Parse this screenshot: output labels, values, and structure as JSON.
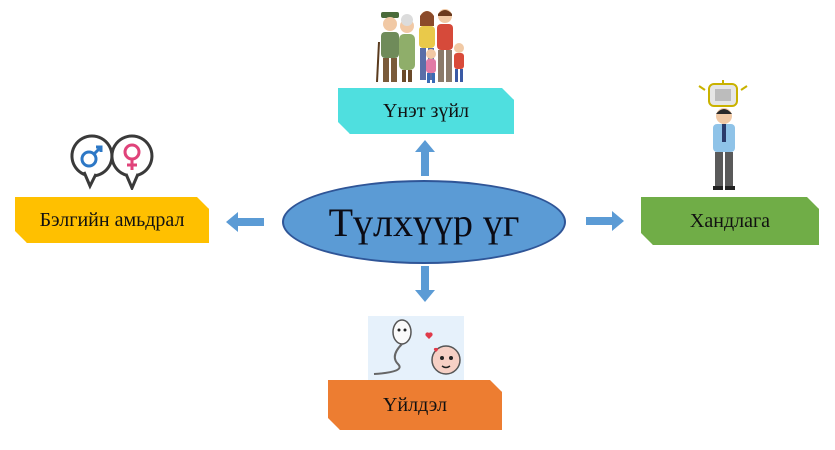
{
  "center": {
    "label": "Түлхүүр үг",
    "color": "#5b9bd5"
  },
  "nodes": {
    "top": {
      "label": "Үнэт зүйл",
      "color": "#4fdfdf"
    },
    "left": {
      "label": "Бэлгийн амьдрал",
      "color": "#ffc000"
    },
    "right": {
      "label": "Хандлага",
      "color": "#70ad47"
    },
    "bottom": {
      "label": "Үйлдэл",
      "color": "#ed7d31"
    }
  },
  "arrow_color": "#5b9bd5",
  "icons": {
    "top": "family-group-icon",
    "left": "gender-symbols-icon",
    "right": "thinking-man-icon",
    "bottom": "sperm-egg-icon"
  }
}
